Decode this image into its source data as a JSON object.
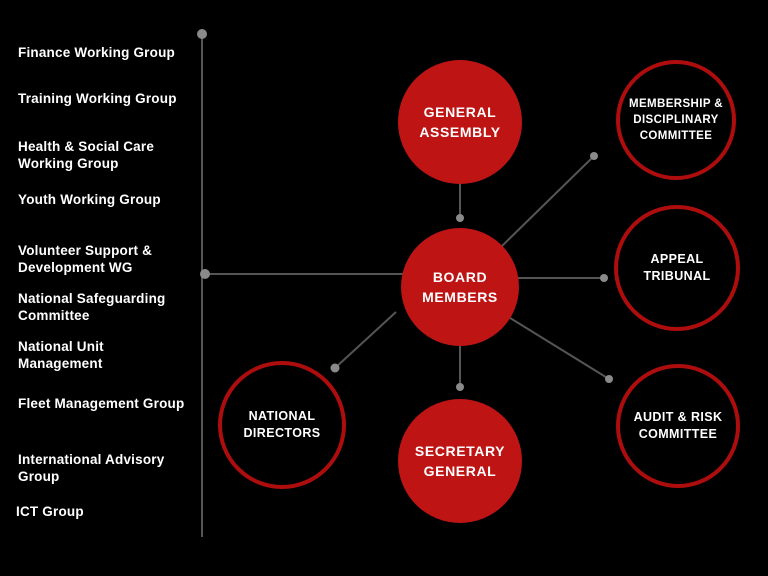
{
  "colors": {
    "background": "#000000",
    "node_fill_red": "#be1414",
    "node_ring_red": "#ae0d0d",
    "text_white": "#ffffff",
    "connector_gray": "#555555",
    "connector_dot_gray": "#8a8a8a"
  },
  "working_groups": {
    "items": [
      "Finance Working Group",
      "Training Working Group",
      "Health & Social Care Working Group",
      "Youth Working Group",
      "Volunteer Support & Development WG",
      "National Safeguarding Committee",
      "National Unit Management",
      "Fleet Management Group",
      "International Advisory Group",
      "ICT Group"
    ]
  },
  "org_chart": {
    "nodes": [
      {
        "id": "general-assembly",
        "label": "GENERAL ASSEMBLY",
        "style": "filled"
      },
      {
        "id": "board-members",
        "label": "BOARD MEMBERS",
        "style": "filled"
      },
      {
        "id": "secretary-general",
        "label": "SECRETARY GENERAL",
        "style": "filled"
      },
      {
        "id": "membership-disciplinary-committee",
        "label": "MEMBERSHIP & DISCIPLINARY COMMITTEE",
        "style": "outlined"
      },
      {
        "id": "appeal-tribunal",
        "label": "APPEAL TRIBUNAL",
        "style": "outlined"
      },
      {
        "id": "audit-risk-committee",
        "label": "AUDIT & RISK COMMITTEE",
        "style": "outlined"
      },
      {
        "id": "national-directors",
        "label": "NATIONAL DIRECTORS",
        "style": "outlined"
      }
    ]
  }
}
